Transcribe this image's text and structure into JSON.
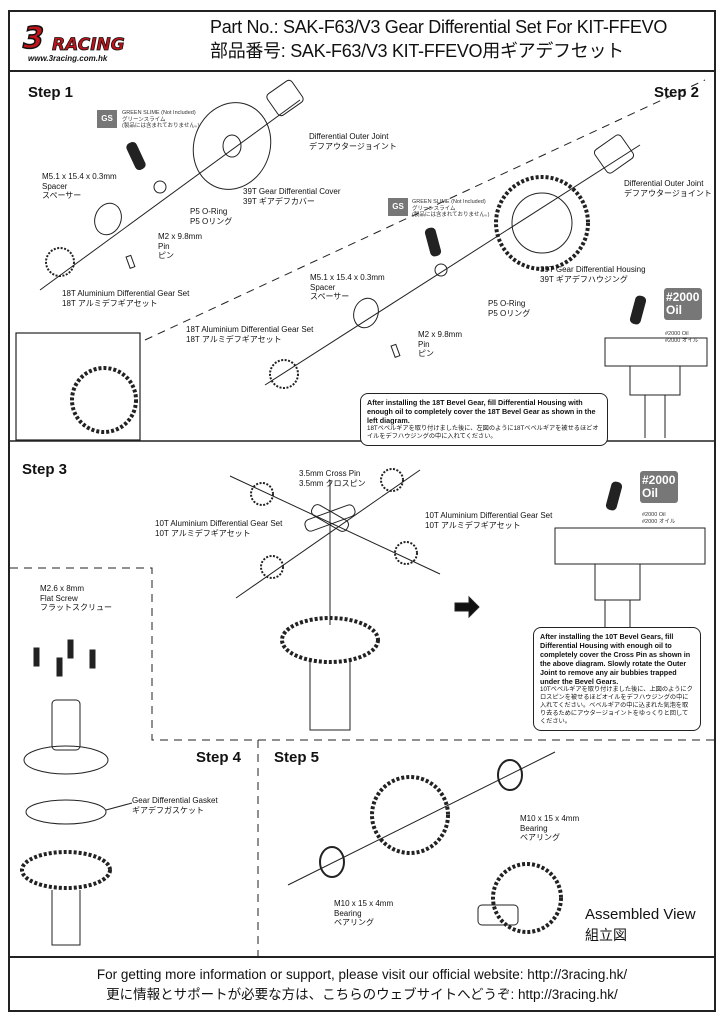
{
  "header": {
    "logo_text": "3RACING",
    "logo_url": "www.3racing.com.hk",
    "title_en": "Part No.: SAK-F63/V3  Gear Differential Set For KIT-FFEVO",
    "title_jp": "部品番号: SAK-F63/V3  KIT-FFEVO用ギアデフセット"
  },
  "step1": {
    "label": "Step 1",
    "gs_badge": "GS",
    "gs_note": "GREEN SLIME (Not Included)\nグリーンスライム\n(製品には含まれておりません。)",
    "outer_joint": "Differential Outer Joint\nデフアウタージョイント",
    "cover": "39T Gear Differential Cover\n39T ギアデフカバー",
    "spacer": "M5.1 x 15.4 x 0.3mm\nSpacer\nスペーサー",
    "oring": "P5 O-Ring\nP5 Oリング",
    "pin": "M2 x 9.8mm\nPin\nピン",
    "gear_set": "18T Aluminium Differential Gear Set\n18T アルミデフギアセット"
  },
  "step2": {
    "label": "Step 2",
    "gs_badge": "GS",
    "gs_note": "GREEN SLIME (Not Included)\nグリーンスライム\n(製品には含まれておりません。)",
    "outer_joint": "Differential Outer Joint\nデフアウタージョイント",
    "housing": "39T Gear Differential Housing\n39T ギアデフハウジング",
    "spacer": "M5.1 x 15.4 x 0.3mm\nSpacer\nスペーサー",
    "oring": "P5 O-Ring\nP5 Oリング",
    "pin": "M2 x 9.8mm\nPin\nピン",
    "gear_set": "18T Aluminium Differential Gear Set\n18T アルミデフギアセット",
    "oil_badge": "#2000\nOil",
    "oil_label": "#2000 Oil\n#2000 オイル",
    "note_en": "After installing the 18T Bevel Gear, fill Differential Housing with enough oil to completely cover the 18T Bevel Gear as shown in the left diagram.",
    "note_jp": "18Tベベルギアを取り付けました後に、左図のように18Tベベルギアを被せるほどオイルをデフハウジングの中に入れてください。"
  },
  "step3": {
    "label": "Step 3",
    "cross_pin": "3.5mm Cross Pin\n3.5mm クロスピン",
    "gear_left": "10T Aluminium Differential Gear Set\n10T アルミデフギアセット",
    "gear_right": "10T Aluminium Differential Gear Set\n10T アルミデフギアセット",
    "oil_badge": "#2000\nOil",
    "oil_label": "#2000 Oil\n#2000 オイル",
    "note_en": "After installing the 10T Bevel Gears, fill Differential Housing with enough oil to completely cover the Cross Pin as shown in the above diagram. Slowly rotate the Outer Joint to remove any air bubbies trapped under the Bevel Gears.",
    "note_jp": "10Tベベルギアを取り付けました後に、上図のようにクロスピンを被せるほどオイルをデフハウジングの中に入れてください。ベベルギアの中に込まれた気泡を取り去るためにアウタージョイントをゆっくりと回してください。"
  },
  "step4": {
    "label": "Step 4",
    "screw": "M2.6 x 8mm\nFlat Screw\nフラットスクリュー",
    "gasket": "Gear Differential Gasket\nギアデフガスケット"
  },
  "step5": {
    "label": "Step 5",
    "bearing_right": "M10 x 15 x 4mm\nBearing\nベアリング",
    "bearing_left": "M10 x 15 x 4mm\nBearing\nベアリング",
    "assembled_en": "Assembled View",
    "assembled_jp": "組立図"
  },
  "footer": {
    "line_en": "For getting more information or support, please visit our official website: http://3racing.hk/",
    "line_jp": "更に情報とサポートが必要な方は、こちらのウェブサイトへどうぞ: http://3racing.hk/"
  },
  "colors": {
    "badge": "#777777",
    "logo_red": "#c0141b",
    "ink": "#111111"
  }
}
